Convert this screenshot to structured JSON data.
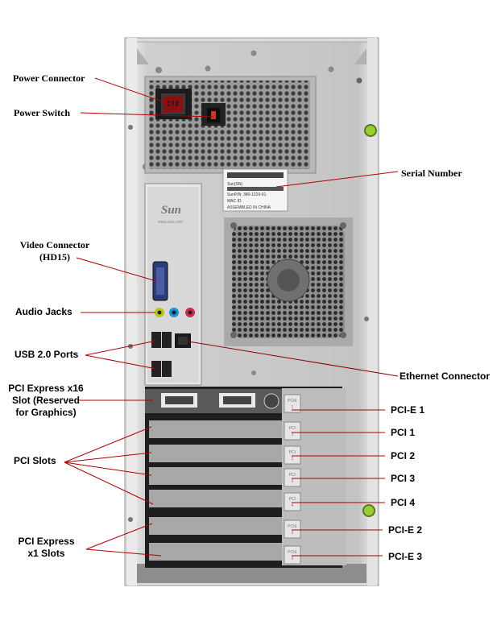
{
  "labels": {
    "power_connector": "Power Connector",
    "power_switch": "Power Switch",
    "serial_number": "Serial Number",
    "video_connector": "Video Connector (HD15)",
    "video_connector_line1": "Video Connector",
    "video_connector_line2": "(HD15)",
    "audio_jacks": "Audio Jacks",
    "usb_ports": "USB 2.0 Ports",
    "ethernet_connector": "Ethernet Connector",
    "pci_express_x16_line1": "PCI Express x16",
    "pci_express_x16_line2": "Slot (Reserved",
    "pci_express_x16_line3": "for Graphics)",
    "pci_slots": "PCI Slots",
    "pci_express_x1_line1": "PCI Express",
    "pci_express_x1_line2": "x1 Slots",
    "pcie1": "PCI-E 1",
    "pci1": "PCI 1",
    "pci2": "PCI 2",
    "pci3": "PCI 3",
    "pci4": "PCI 4",
    "pcie2": "PCI-E 2",
    "pcie3": "PCI-E 3"
  },
  "io_panel": {
    "logo": "Sun",
    "logo_sub": "www.sun.com"
  },
  "serial_sticker": {
    "line1": "Sun(SN)",
    "line2": "SunP/N: 380-1229-01",
    "line3": "MAC ID",
    "line4": "ASSEMBLED IN CHINA"
  },
  "slot_tags": [
    "PCIE 1",
    "PCI 1",
    "PCI 2",
    "PCI 3",
    "PCI 4",
    "PCIE 2",
    "PCIE 3"
  ],
  "colors": {
    "chassis": "#c9c9c9",
    "panel": "#b9b9b9",
    "grille": "#7a7a7a",
    "power_red": "#8b1010",
    "leader_line": "#b00000",
    "ethernet_line": "#8b0000",
    "green_screw": "#9acd32"
  }
}
